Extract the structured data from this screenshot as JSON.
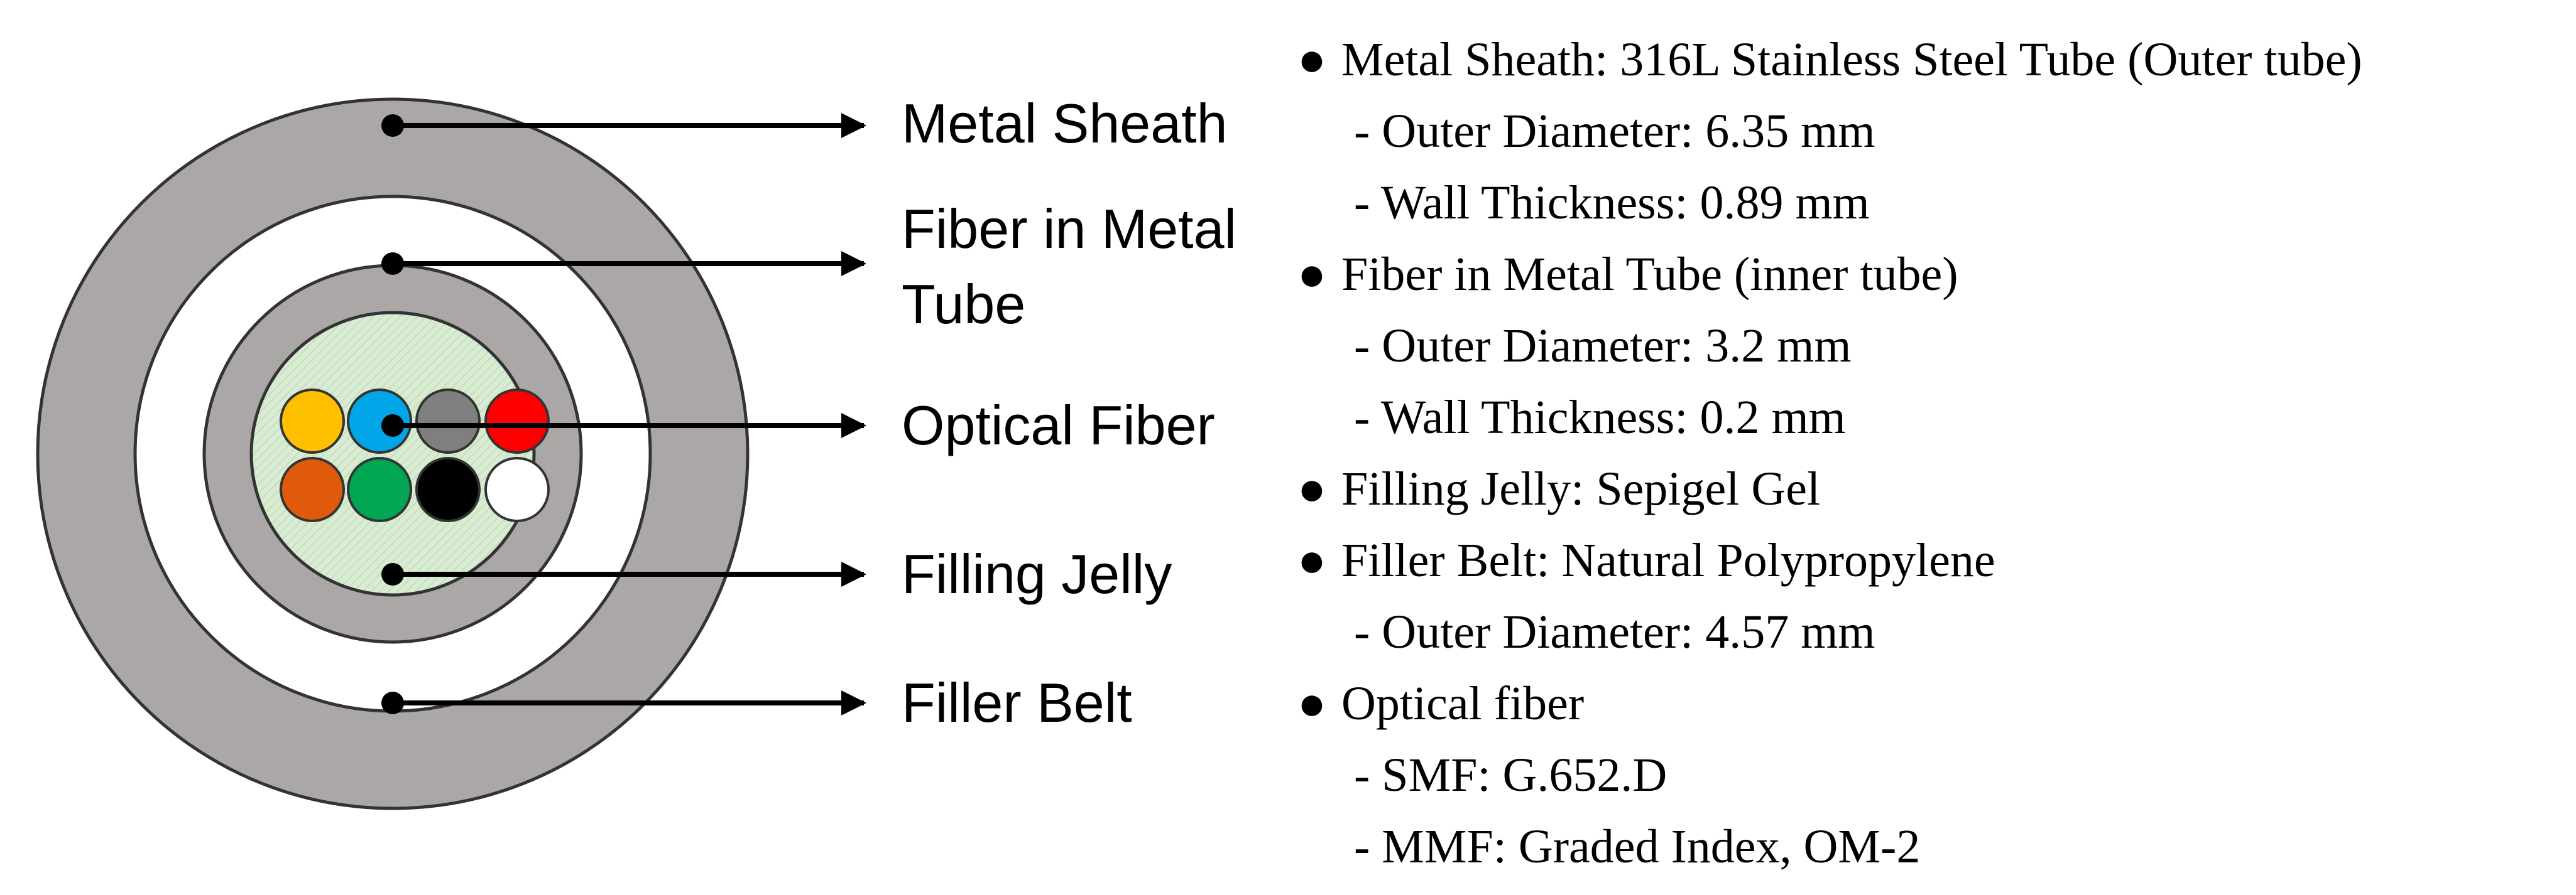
{
  "labels": {
    "metal_sheath": "Metal Sheath",
    "fiber_in_metal_tube_line1": "Fiber in Metal",
    "fiber_in_metal_tube_line2": "Tube",
    "optical_fiber": "Optical Fiber",
    "filling_jelly": "Filling Jelly",
    "filler_belt": "Filler Belt"
  },
  "colors": {
    "sheath": "#aba7a7",
    "belt": "#ffffff",
    "inner_tube": "#aba7a7",
    "jelly": "#d6ead0",
    "outline": "#333333",
    "arrow": "#000000"
  },
  "fibers": [
    {
      "name": "yellow-fiber",
      "color": "#ffc000"
    },
    {
      "name": "blue-fiber",
      "color": "#00a6e8"
    },
    {
      "name": "gray-fiber",
      "color": "#7f7f7f"
    },
    {
      "name": "red-fiber",
      "color": "#ff0000"
    },
    {
      "name": "orange-fiber",
      "color": "#e05a0c"
    },
    {
      "name": "green-fiber",
      "color": "#00a651"
    },
    {
      "name": "black-fiber",
      "color": "#000000"
    },
    {
      "name": "white-fiber",
      "color": "#ffffff"
    }
  ],
  "specs": [
    {
      "bullet": "●",
      "text": "Metal Sheath: 316L Stainless Steel Tube (Outer tube)"
    },
    {
      "bullet": "",
      "text": "- Outer Diameter: 6.35 mm"
    },
    {
      "bullet": "",
      "text": "- Wall Thickness: 0.89 mm"
    },
    {
      "bullet": "●",
      "text": "Fiber in Metal Tube (inner tube)"
    },
    {
      "bullet": "",
      "text": "- Outer Diameter: 3.2 mm"
    },
    {
      "bullet": "",
      "text": "- Wall Thickness: 0.2 mm"
    },
    {
      "bullet": "●",
      "text": "Filling Jelly: Sepigel Gel"
    },
    {
      "bullet": "●",
      "text": "Filler Belt: Natural Polypropylene"
    },
    {
      "bullet": "",
      "text": "- Outer Diameter: 4.57 mm"
    },
    {
      "bullet": "●",
      "text": "Optical fiber"
    },
    {
      "bullet": "",
      "text": "- SMF: G.652.D"
    },
    {
      "bullet": "",
      "text": "- MMF: Graded Index, OM-2"
    }
  ]
}
